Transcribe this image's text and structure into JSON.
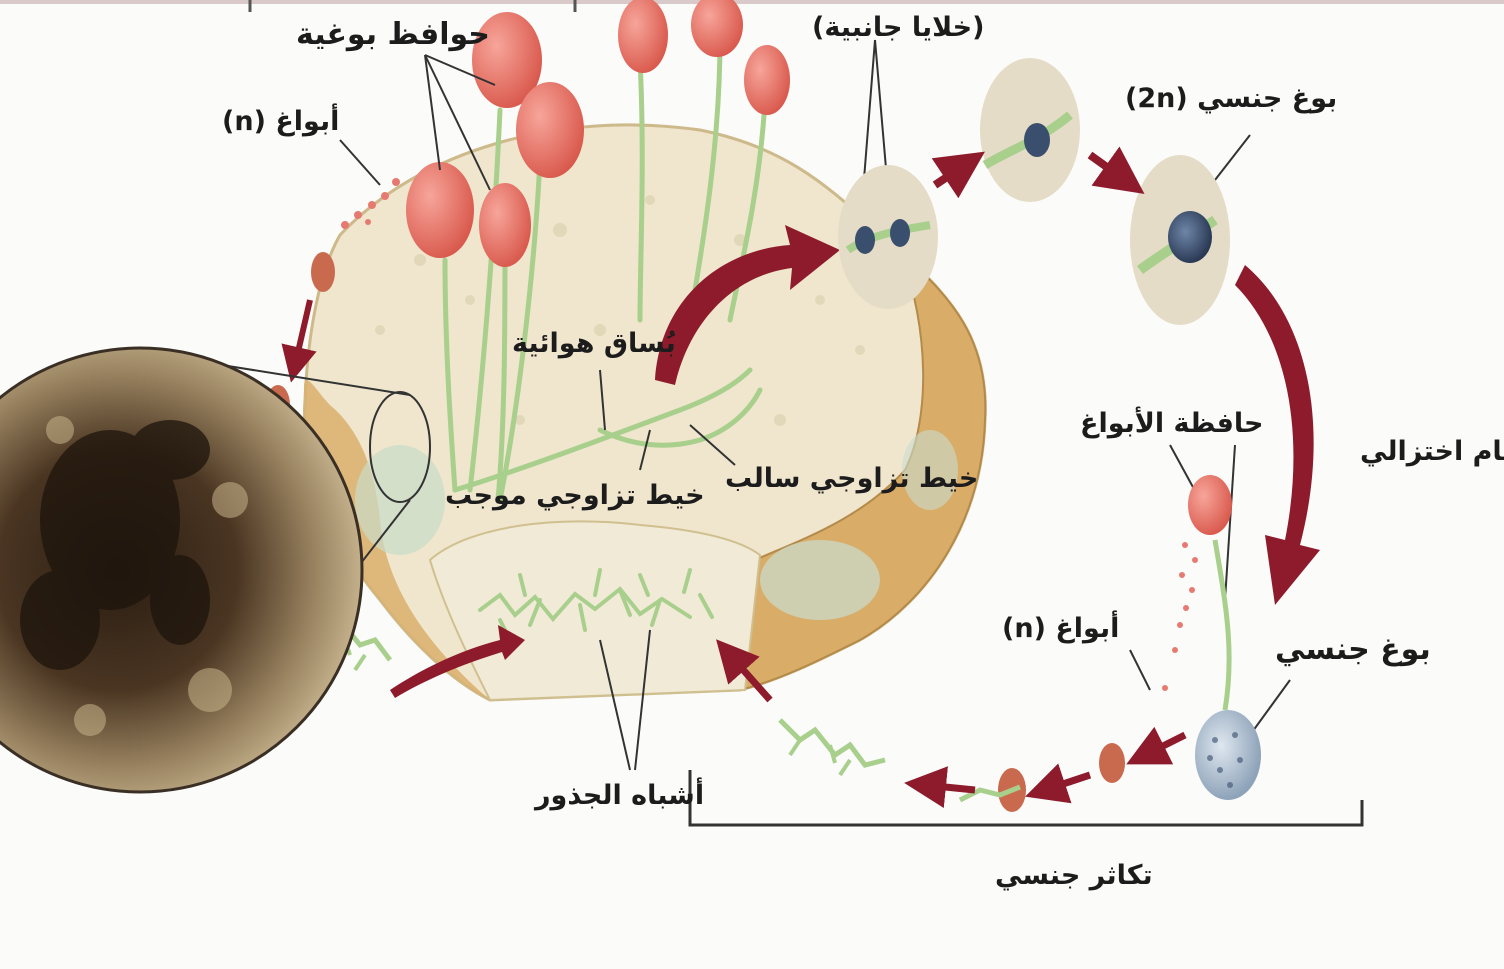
{
  "labels": {
    "sporangia_top": "حوافظ بوغية",
    "spores_n_top": "أبواغ (n)",
    "gametangia": "(خلايا جانبية)",
    "zygospore_2n": "بوغ جنسي (2n)",
    "stolon": "بُساق هوائية",
    "hypha_plus": "خيط تزاوجي موجب",
    "hypha_minus": "خيط تزاوجي سالب",
    "meiosis_partial": "سام اختزالي",
    "sporangium": "حافظة الأبواغ",
    "spores_n_right": "أبواغ (n)",
    "zygospore": "بوغ جنسي",
    "rhizoids": "أشباه الجذور",
    "sexual_reproduction": "تكاثر جنسي"
  },
  "colors": {
    "sporangium_red": "#e0695d",
    "arrow_maroon": "#8e1b2c",
    "bread_crumb": "#efe7cf",
    "bread_crust": "#d9ad68",
    "hypha_green": "#b6d69a",
    "zygospore_blue": "#3a4f6e",
    "circle_bg": "#e4dcc6",
    "mold_dark": "#3a2a1c"
  }
}
